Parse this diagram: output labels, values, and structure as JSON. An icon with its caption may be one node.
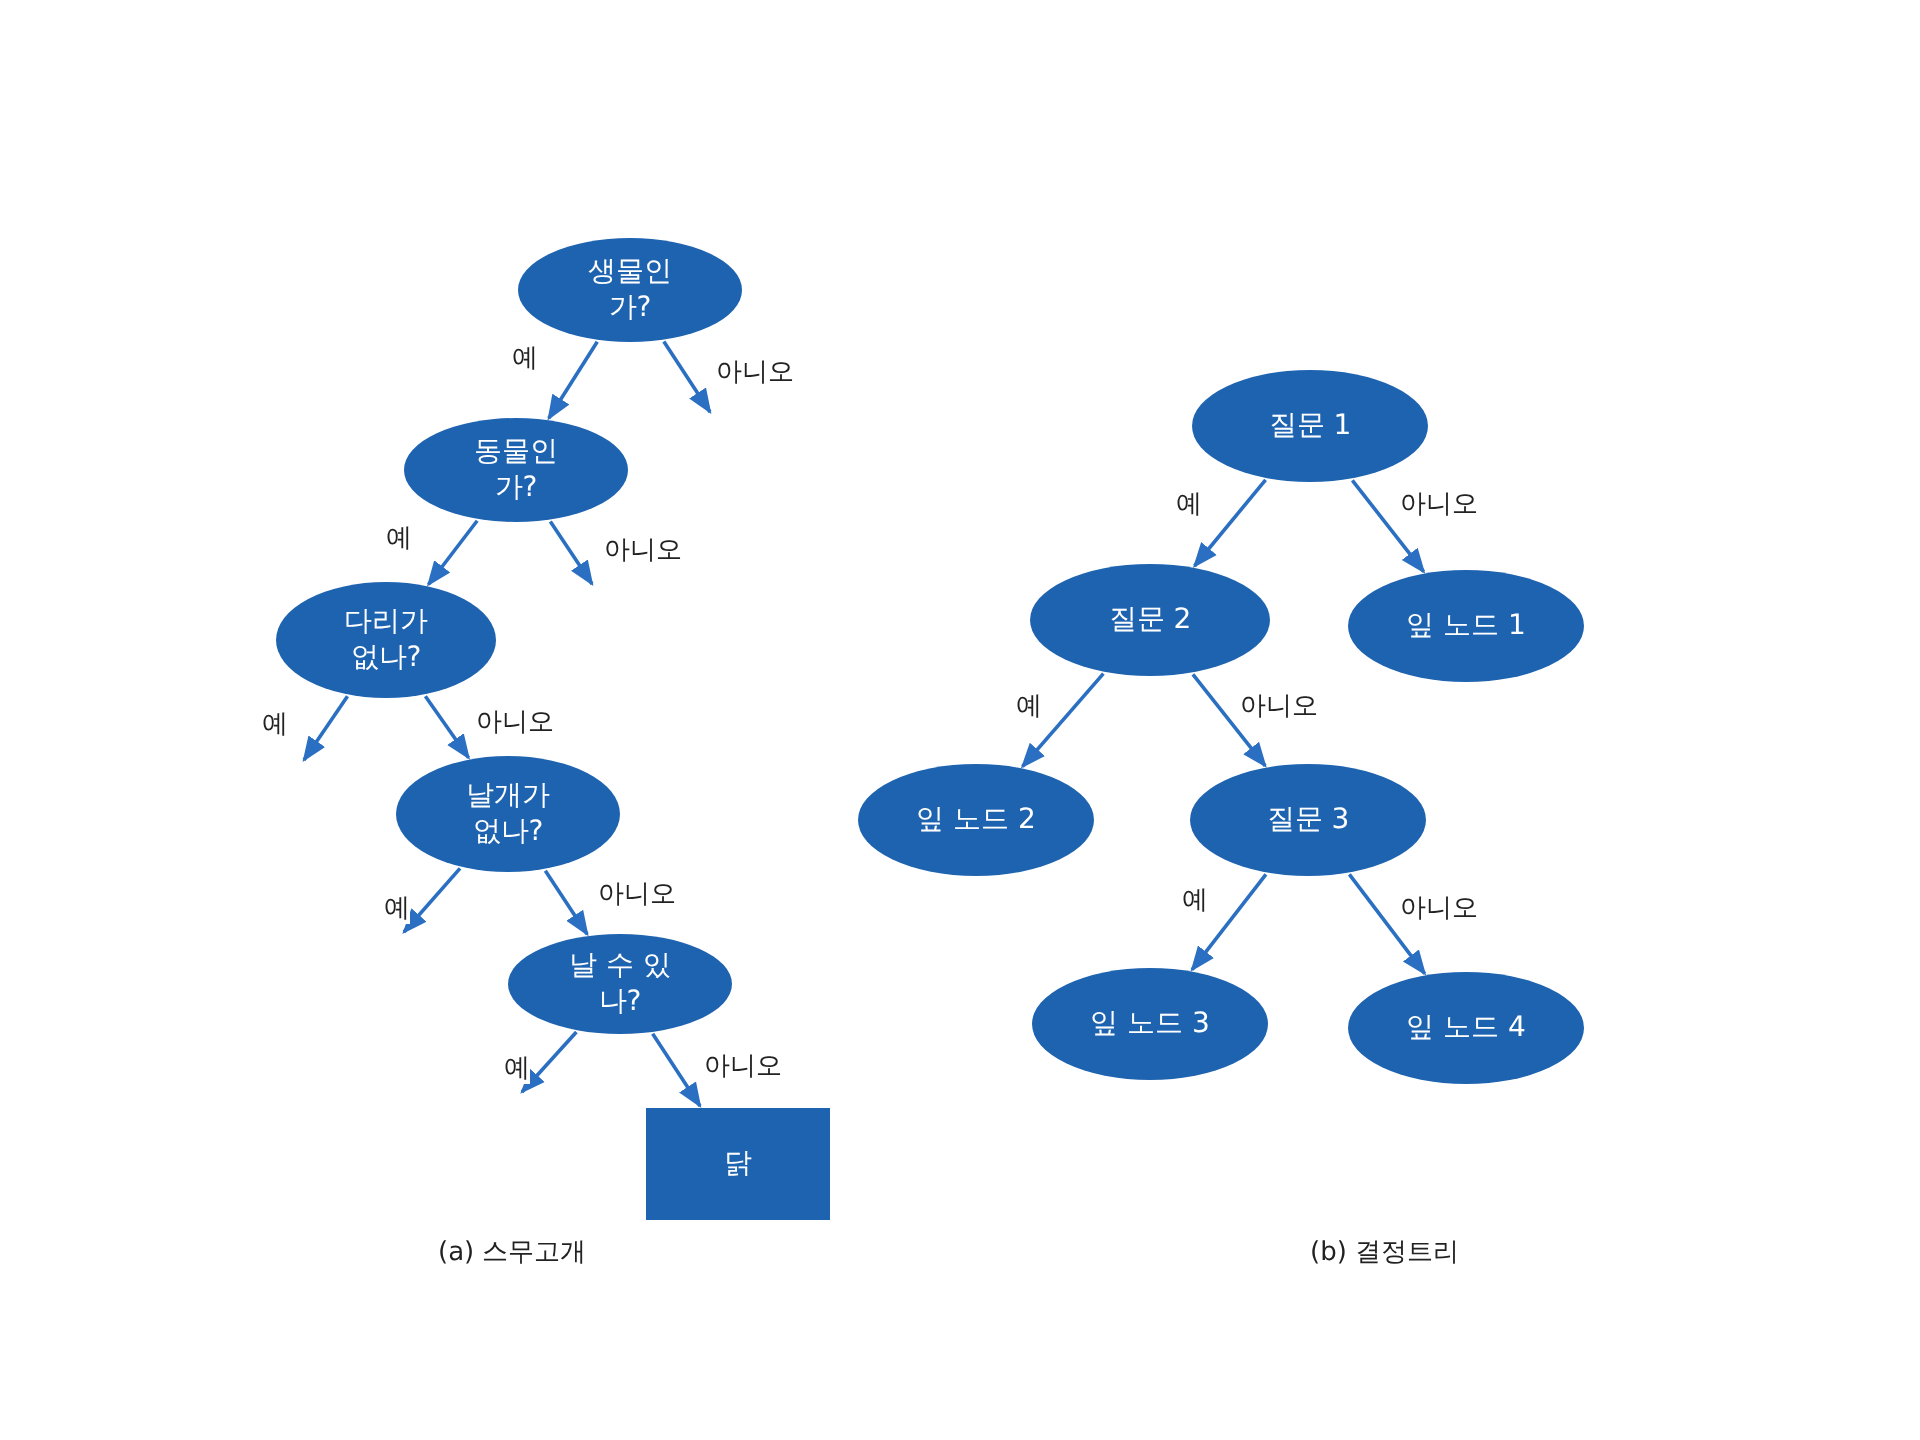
{
  "diagram": {
    "nodes": [
      {
        "text": [
          "생물인가?"
        ]
      },
      {
        "text": [
          "동물인가?"
        ]
      },
      {
        "text": [
          "다리가 없나?"
        ]
      },
      {
        "text": [
          "날개가 없나?"
        ]
      },
      {
        "text": [
          "날 수 있나?"
        ]
      },
      {
        "text": [
          "닭"
        ]
      },
      {
        "text": [
          "질문 1"
        ]
      },
      {
        "text": [
          "질문 2"
        ]
      },
      {
        "text": [
          "잎 노드 1"
        ]
      },
      {
        "text": [
          "잎 노드 2"
        ]
      },
      {
        "text": [
          "질문 3"
        ]
      },
      {
        "text": [
          "잎 노드 3"
        ]
      },
      {
        "text": [
          "잎 노드 4"
        ]
      }
    ],
    "edges": [
      {
        "from": 0,
        "to": 1,
        "arrow": "to",
        "label": "예"
      },
      {
        "from": 0,
        "to": null,
        "arrow": "to",
        "label": "아니오"
      },
      {
        "from": 1,
        "to": 2,
        "arrow": "to",
        "label": "예"
      },
      {
        "from": 1,
        "to": null,
        "arrow": "to",
        "label": "아니오"
      },
      {
        "from": 2,
        "to": null,
        "arrow": "to",
        "label": "예"
      },
      {
        "from": 2,
        "to": 3,
        "arrow": "to",
        "label": "아니오"
      },
      {
        "from": 3,
        "to": null,
        "arrow": "to",
        "label": "예"
      },
      {
        "from": 3,
        "to": 4,
        "arrow": "to",
        "label": "아니오"
      },
      {
        "from": 4,
        "to": null,
        "arrow": "to",
        "label": "예"
      },
      {
        "from": 4,
        "to": 5,
        "arrow": "to",
        "label": "아니오"
      },
      {
        "from": 6,
        "to": 7,
        "arrow": "to",
        "label": "예"
      },
      {
        "from": 6,
        "to": 8,
        "arrow": "to",
        "label": "아니오"
      },
      {
        "from": 7,
        "to": 9,
        "arrow": "to",
        "label": "예"
      },
      {
        "from": 7,
        "to": 10,
        "arrow": "to",
        "label": "아니오"
      },
      {
        "from": 10,
        "to": 11,
        "arrow": "to",
        "label": "예"
      },
      {
        "from": 10,
        "to": 12,
        "arrow": "to",
        "label": "아니오"
      }
    ],
    "labels": [
      "(a) 스무고개",
      "(b) 결정트리"
    ]
  }
}
